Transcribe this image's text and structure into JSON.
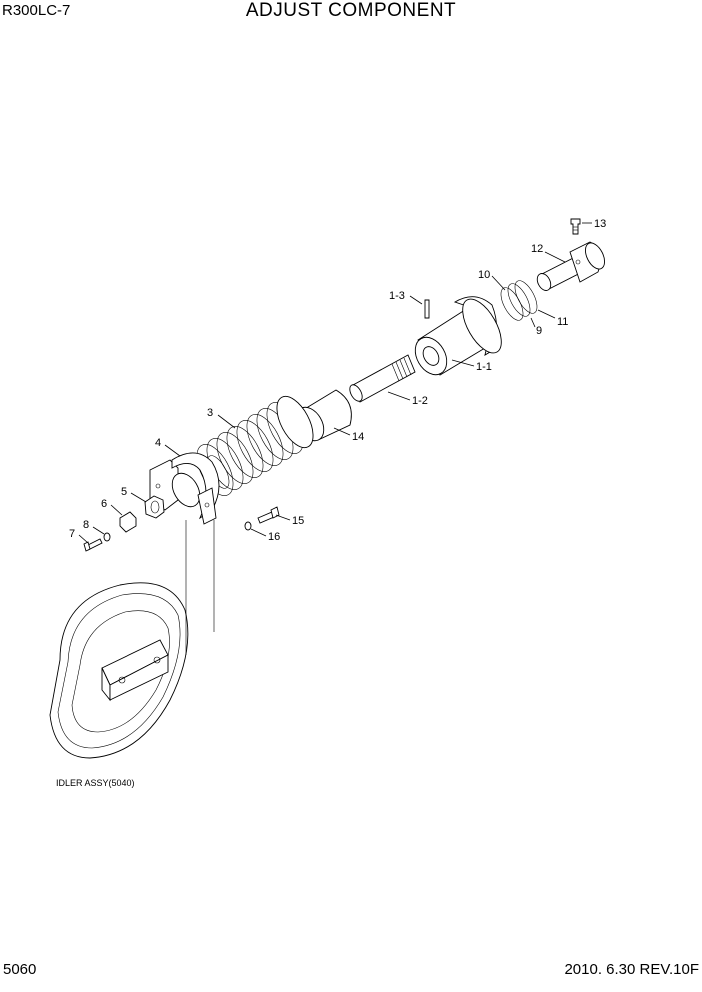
{
  "header": {
    "model": "R300LC-7",
    "title": "ADJUST COMPONENT"
  },
  "footer": {
    "page_number": "5060",
    "date_revision": "2010. 6.30  REV.10F"
  },
  "callouts": {
    "c1_1": "1-1",
    "c1_2": "1-2",
    "c1_3": "1-3",
    "c3": "3",
    "c4": "4",
    "c5": "5",
    "c6": "6",
    "c7": "7",
    "c8": "8",
    "c9": "9",
    "c10": "10",
    "c11": "11",
    "c12": "12",
    "c13": "13",
    "c14": "14",
    "c15": "15",
    "c16": "16"
  },
  "reference": {
    "idler_label": "IDLER ASSY(5040)"
  }
}
